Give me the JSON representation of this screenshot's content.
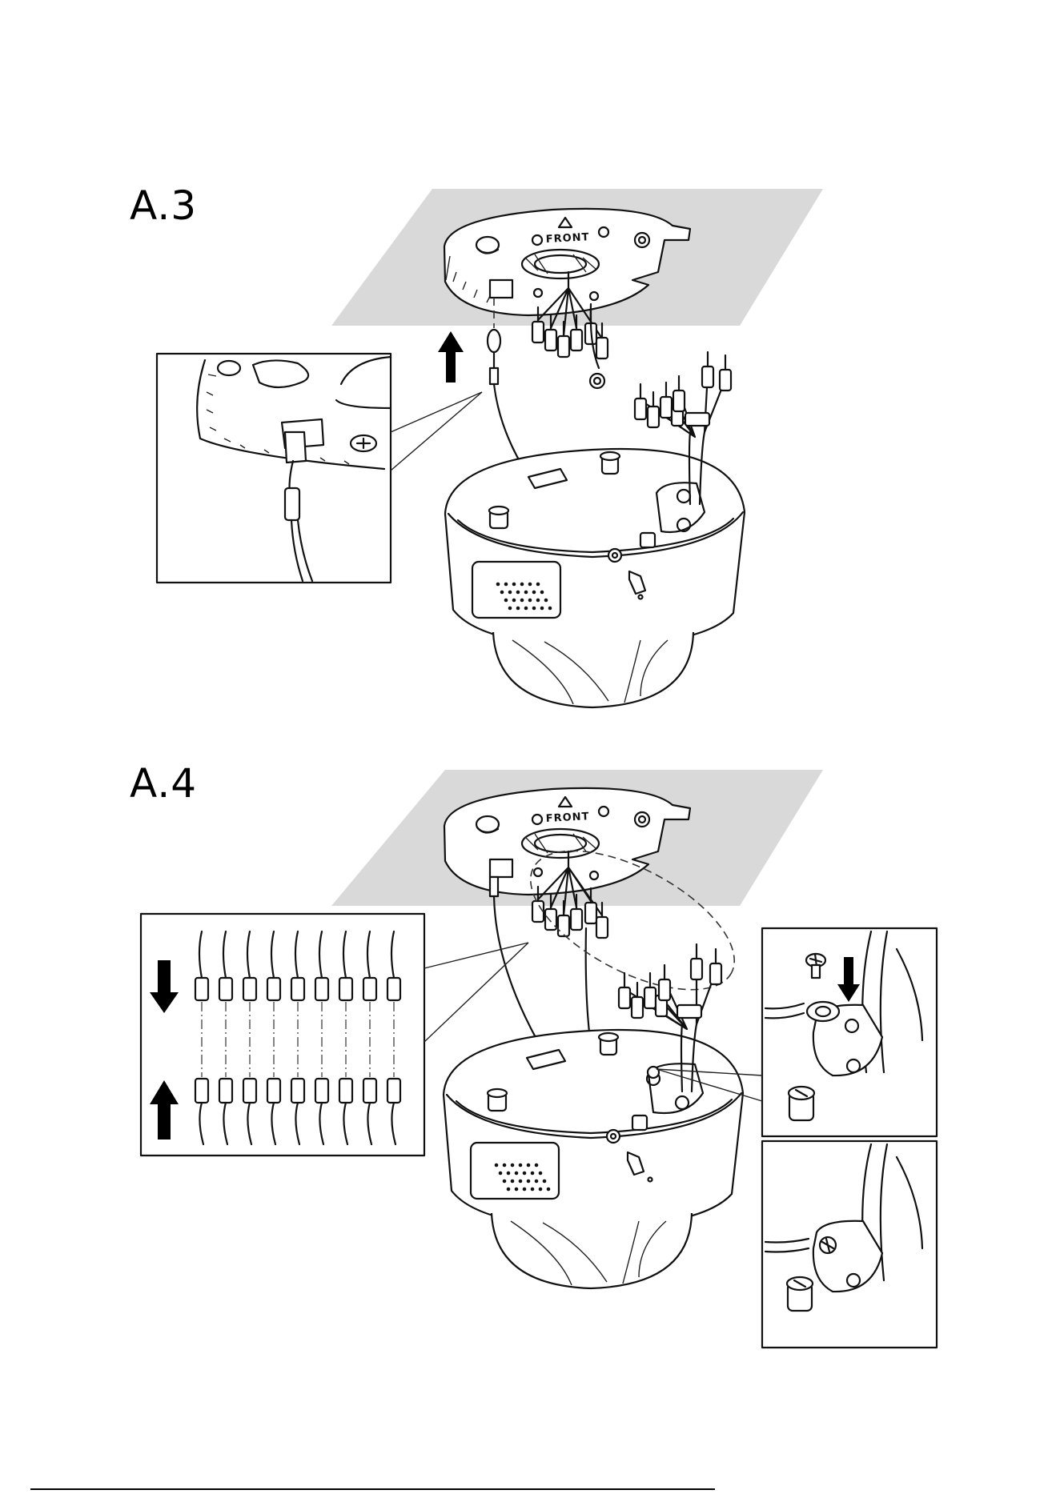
{
  "steps": [
    {
      "label": "A.3",
      "plate_text": "FRONT"
    },
    {
      "label": "A.4",
      "plate_text": "FRONT"
    }
  ],
  "colors": {
    "ceiling": "#d9d9d9",
    "line": "#111111",
    "arrow": "#000000"
  },
  "icons": [
    "arrow-up-icon",
    "arrow-down-icon",
    "screw-icon"
  ]
}
